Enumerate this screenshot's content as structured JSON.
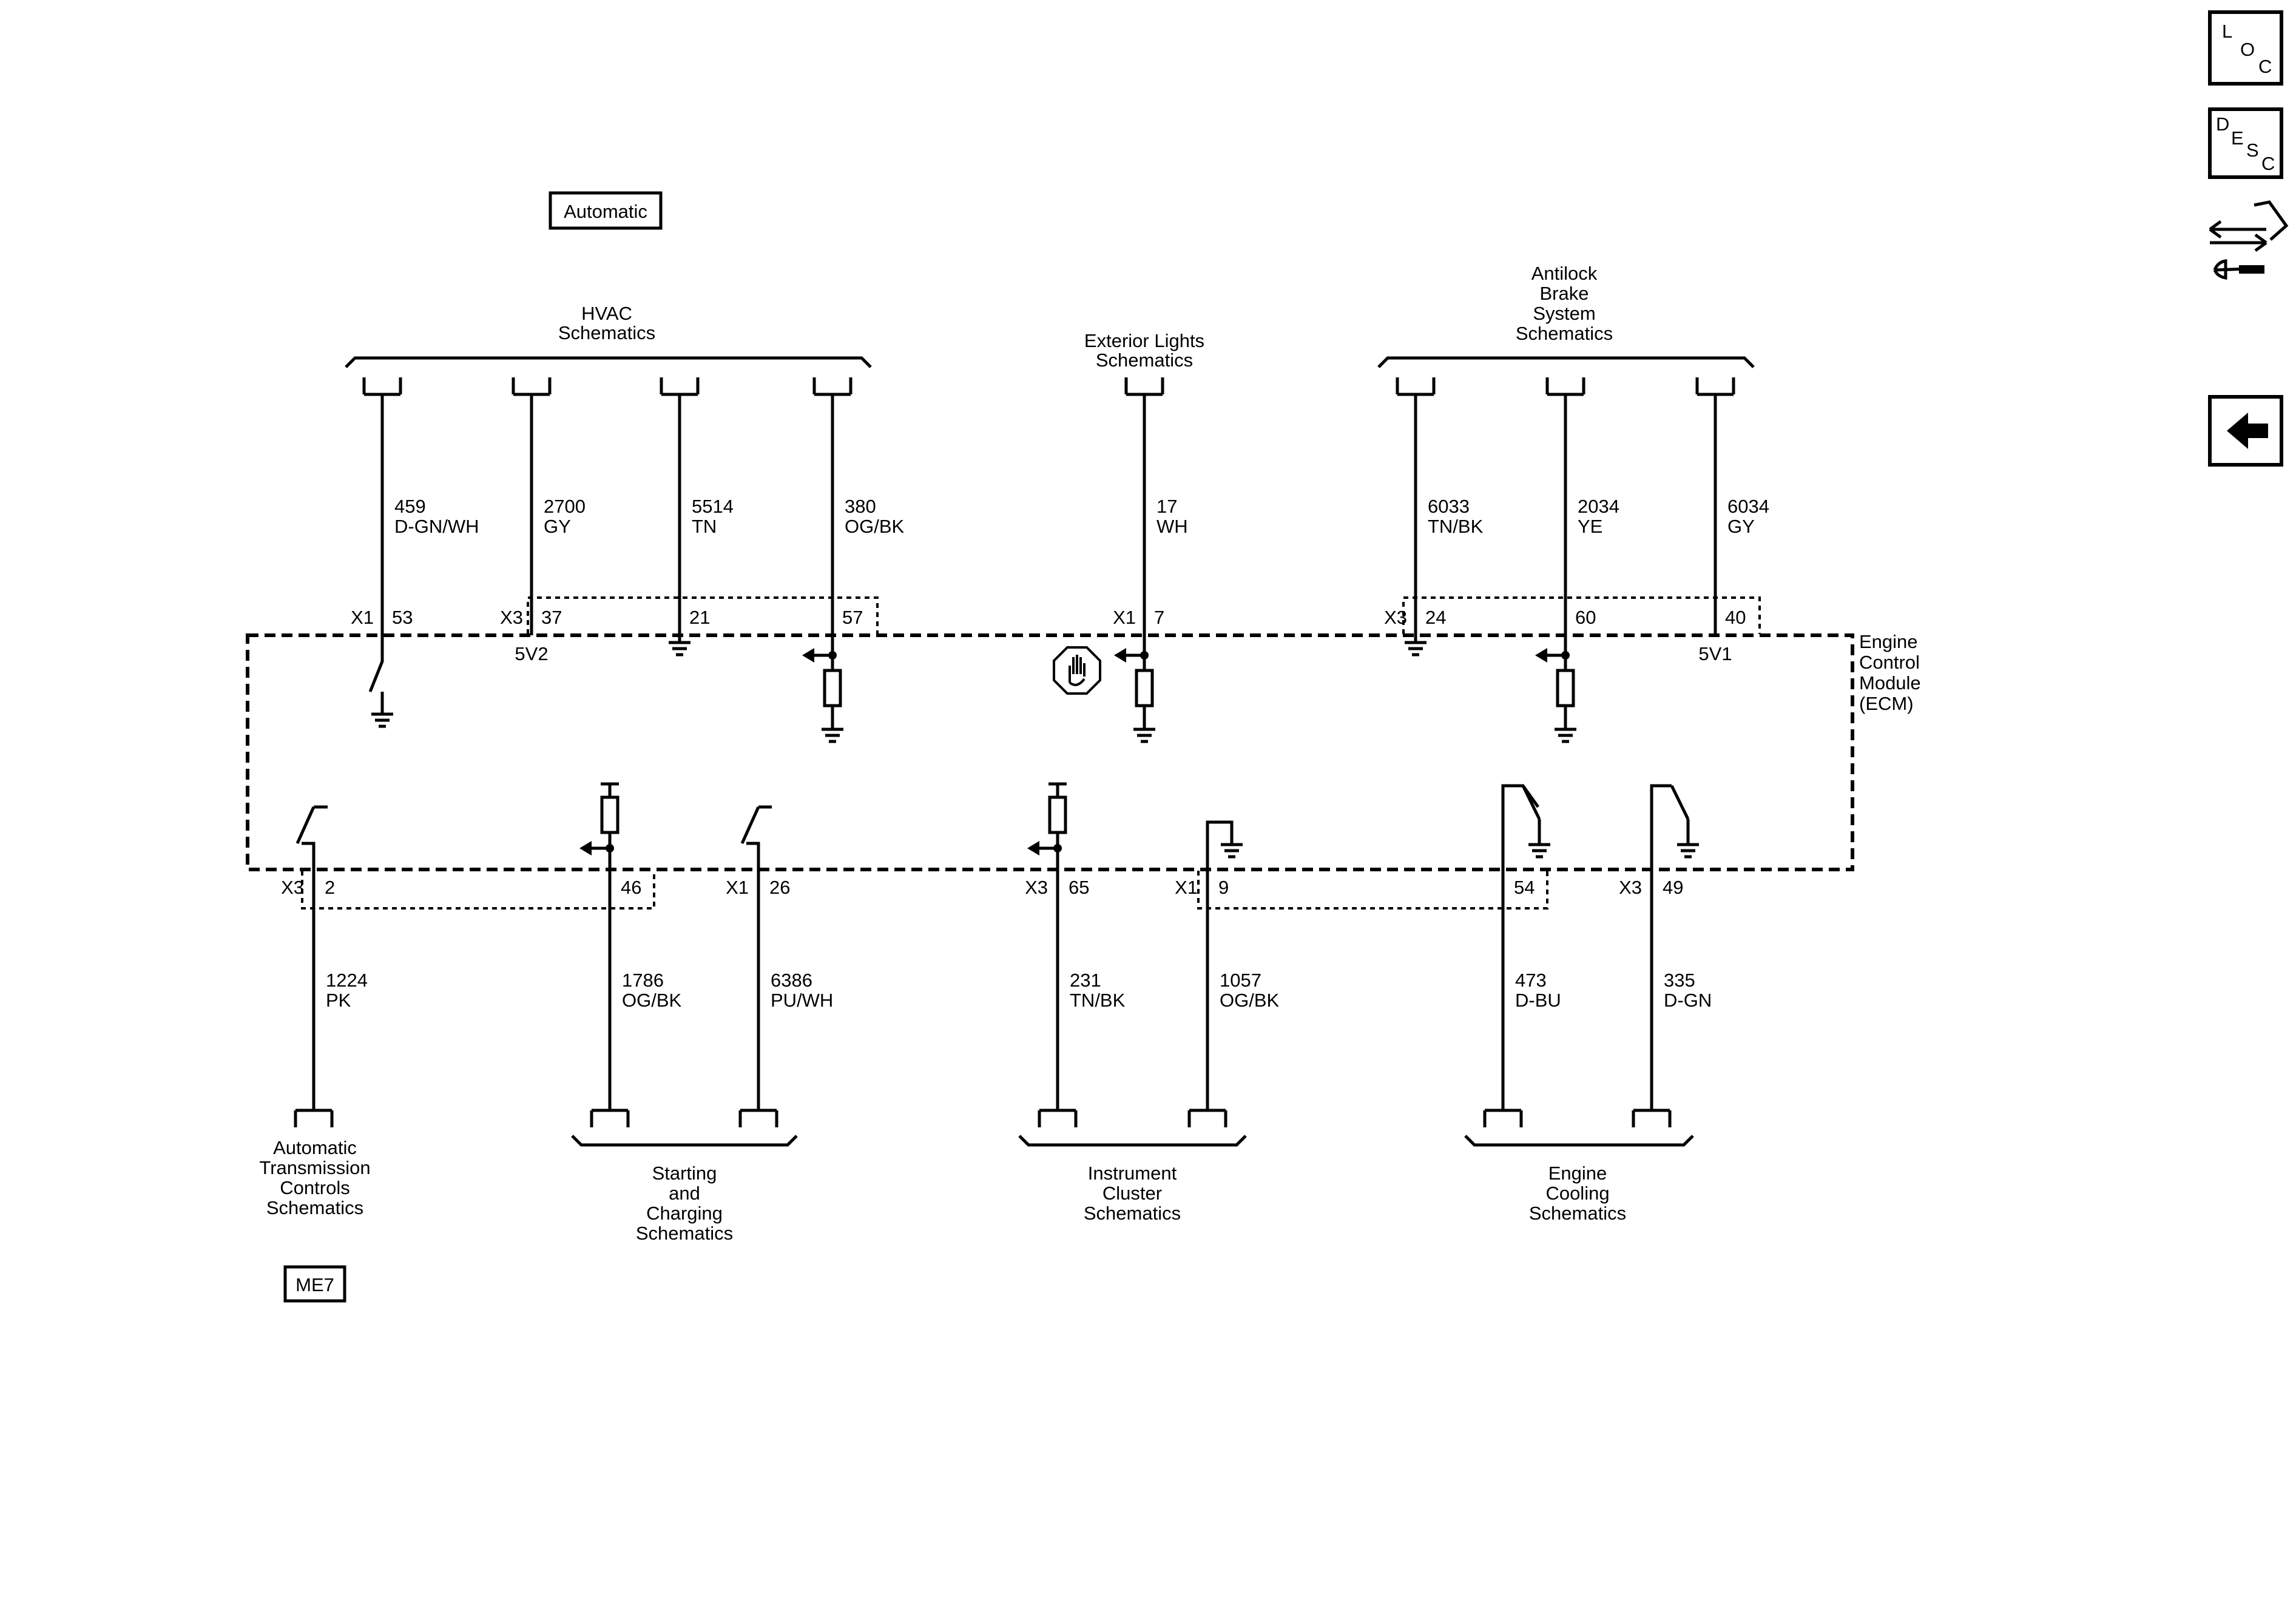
{
  "labels": {
    "automatic": "Automatic",
    "me7": "ME7",
    "ecm": [
      "Engine",
      "Control",
      "Module",
      "(ECM)"
    ]
  },
  "nav": {
    "loc": [
      "L",
      "O",
      "C"
    ],
    "desc": [
      "D",
      "E",
      "S",
      "C"
    ],
    "connector_end_view_icon": "connector-tool-icon",
    "back_icon": "back-arrow-icon"
  },
  "groups": {
    "hvac": [
      "HVAC",
      "Schematics"
    ],
    "exterior_lights": [
      "Exterior Lights",
      "Schematics"
    ],
    "abs": [
      "Antilock",
      "Brake",
      "System",
      "Schematics"
    ],
    "transmission": [
      "Automatic",
      "Transmission",
      "Controls",
      "Schematics"
    ],
    "starting": [
      "Starting",
      "and",
      "Charging",
      "Schematics"
    ],
    "instrument": [
      "Instrument",
      "Cluster",
      "Schematics"
    ],
    "cooling": [
      "Engine",
      "Cooling",
      "Schematics"
    ]
  },
  "top_circuits": [
    {
      "circuit": "459",
      "color": "D-GN/WH",
      "connector": "X1",
      "pin": "53",
      "ref": ""
    },
    {
      "circuit": "2700",
      "color": "GY",
      "connector": "X3",
      "pin": "37",
      "ref": "5V2"
    },
    {
      "circuit": "5514",
      "color": "TN",
      "connector": "",
      "pin": "21",
      "ref": ""
    },
    {
      "circuit": "380",
      "color": "OG/BK",
      "connector": "",
      "pin": "57",
      "ref": ""
    },
    {
      "circuit": "17",
      "color": "WH",
      "connector": "X1",
      "pin": "7",
      "ref": ""
    },
    {
      "circuit": "6033",
      "color": "TN/BK",
      "connector": "X3",
      "pin": "24",
      "ref": ""
    },
    {
      "circuit": "2034",
      "color": "YE",
      "connector": "",
      "pin": "60",
      "ref": ""
    },
    {
      "circuit": "6034",
      "color": "GY",
      "connector": "",
      "pin": "40",
      "ref": "5V1"
    }
  ],
  "bottom_circuits": [
    {
      "circuit": "1224",
      "color": "PK",
      "connector": "X3",
      "pin": "2"
    },
    {
      "circuit": "1786",
      "color": "OG/BK",
      "connector": "",
      "pin": "46"
    },
    {
      "circuit": "6386",
      "color": "PU/WH",
      "connector": "X1",
      "pin": "26"
    },
    {
      "circuit": "231",
      "color": "TN/BK",
      "connector": "X3",
      "pin": "65"
    },
    {
      "circuit": "1057",
      "color": "OG/BK",
      "connector": "X1",
      "pin": "9"
    },
    {
      "circuit": "473",
      "color": "D-BU",
      "connector": "",
      "pin": "54"
    },
    {
      "circuit": "335",
      "color": "D-GN",
      "connector": "X3",
      "pin": "49"
    }
  ]
}
